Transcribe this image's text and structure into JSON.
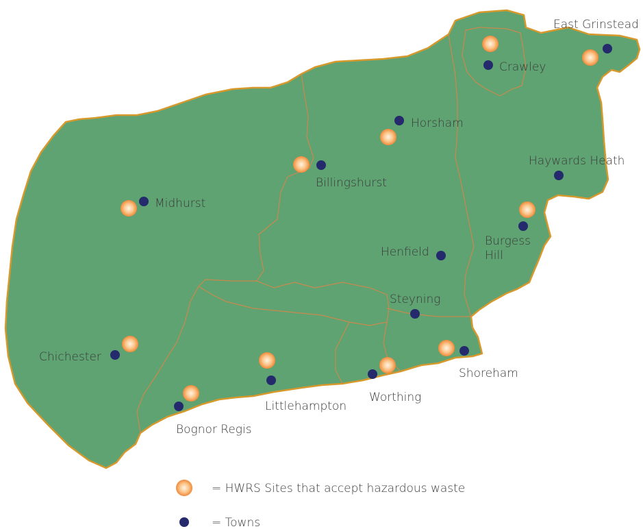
{
  "colors": {
    "land": "#5fa372",
    "border": "#d7982c",
    "district_line": "#c9894d",
    "town_dot": "#242a6b",
    "hwrs_outer": "#f5a35a",
    "hwrs_inner": "#fff4e4"
  },
  "towns": [
    {
      "name": "East Grinstead"
    },
    {
      "name": "Crawley"
    },
    {
      "name": "Horsham"
    },
    {
      "name": "Haywards Heath"
    },
    {
      "name": "Billingshurst"
    },
    {
      "name": "Midhurst"
    },
    {
      "name": "Burgess"
    },
    {
      "name": "Hill"
    },
    {
      "name": "Henfield"
    },
    {
      "name": "Steyning"
    },
    {
      "name": "Chichester"
    },
    {
      "name": "Shoreham"
    },
    {
      "name": "Littlehampton"
    },
    {
      "name": "Worthing"
    },
    {
      "name": "Bognor Regis"
    }
  ],
  "legend": {
    "hwrs_label": "= HWRS Sites that accept hazardous waste",
    "towns_label": "= Towns"
  }
}
